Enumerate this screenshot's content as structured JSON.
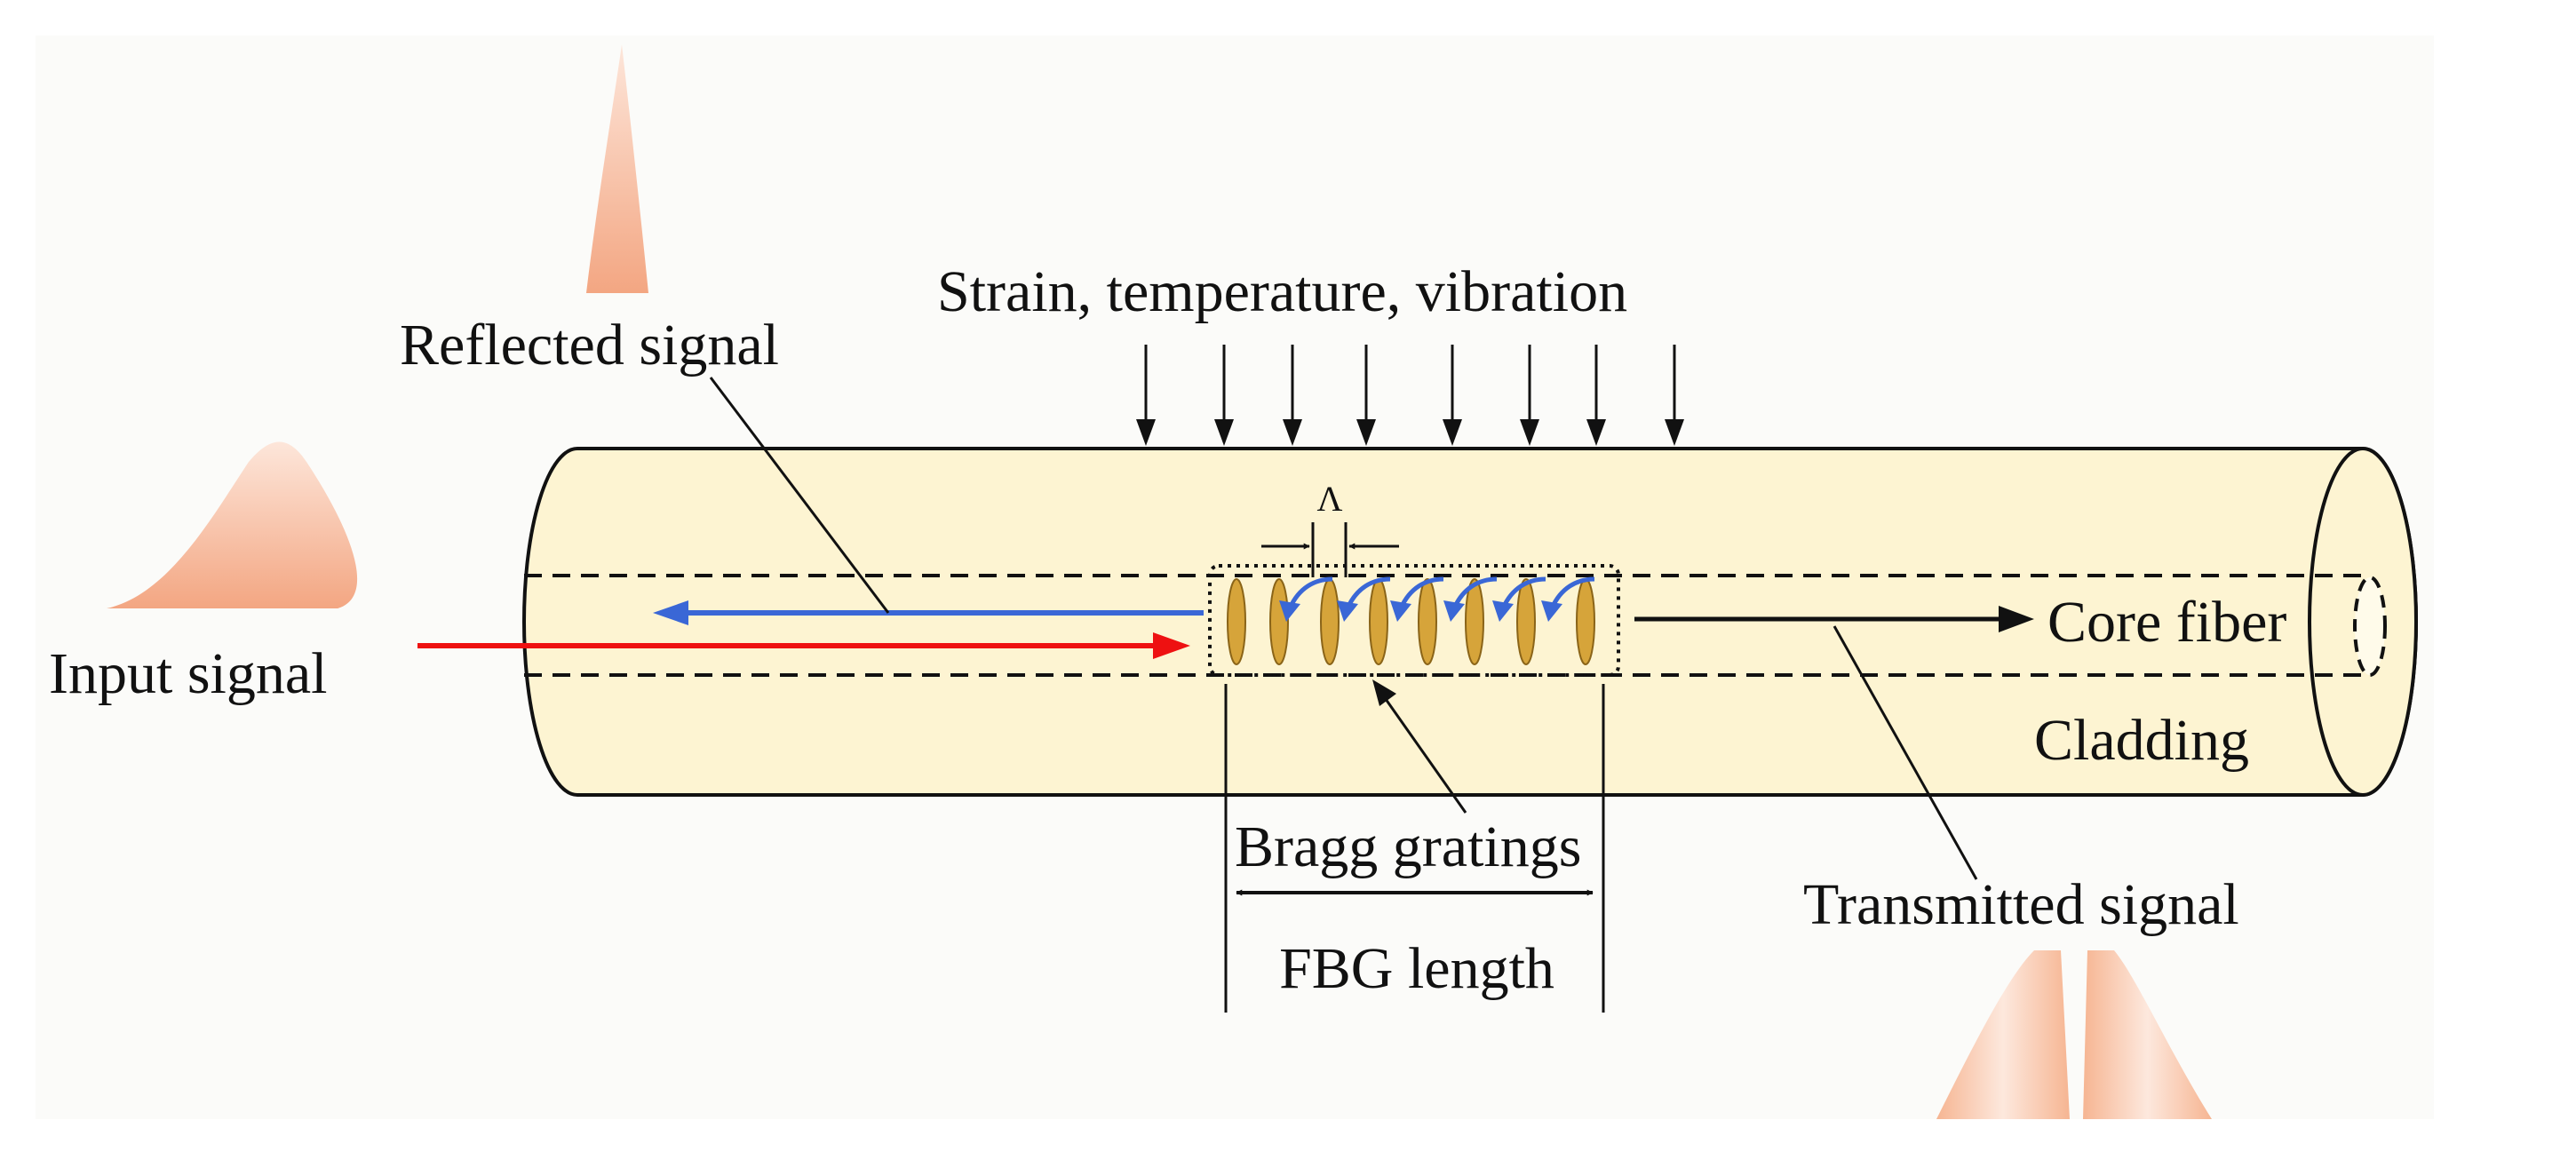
{
  "labels": {
    "stimulus": "Strain, temperature, vibration",
    "reflected": "Reflected signal",
    "input": "Input signal",
    "period": "Λ",
    "core": "Core fiber",
    "cladding": "Cladding",
    "gratings": "Bragg gratings",
    "fbg_length": "FBG length",
    "transmitted": "Transmitted signal"
  },
  "colors": {
    "cladding_fill": "#fdf4d2",
    "grating_fill": "#d6a43a",
    "input_arrow": "#ee1111",
    "reflected_arrow": "#3a67d6",
    "spectrum": "#f6b89a",
    "stroke": "#111111"
  },
  "counts": {
    "stimulus_arrows": 8,
    "grating_lines": 8
  }
}
